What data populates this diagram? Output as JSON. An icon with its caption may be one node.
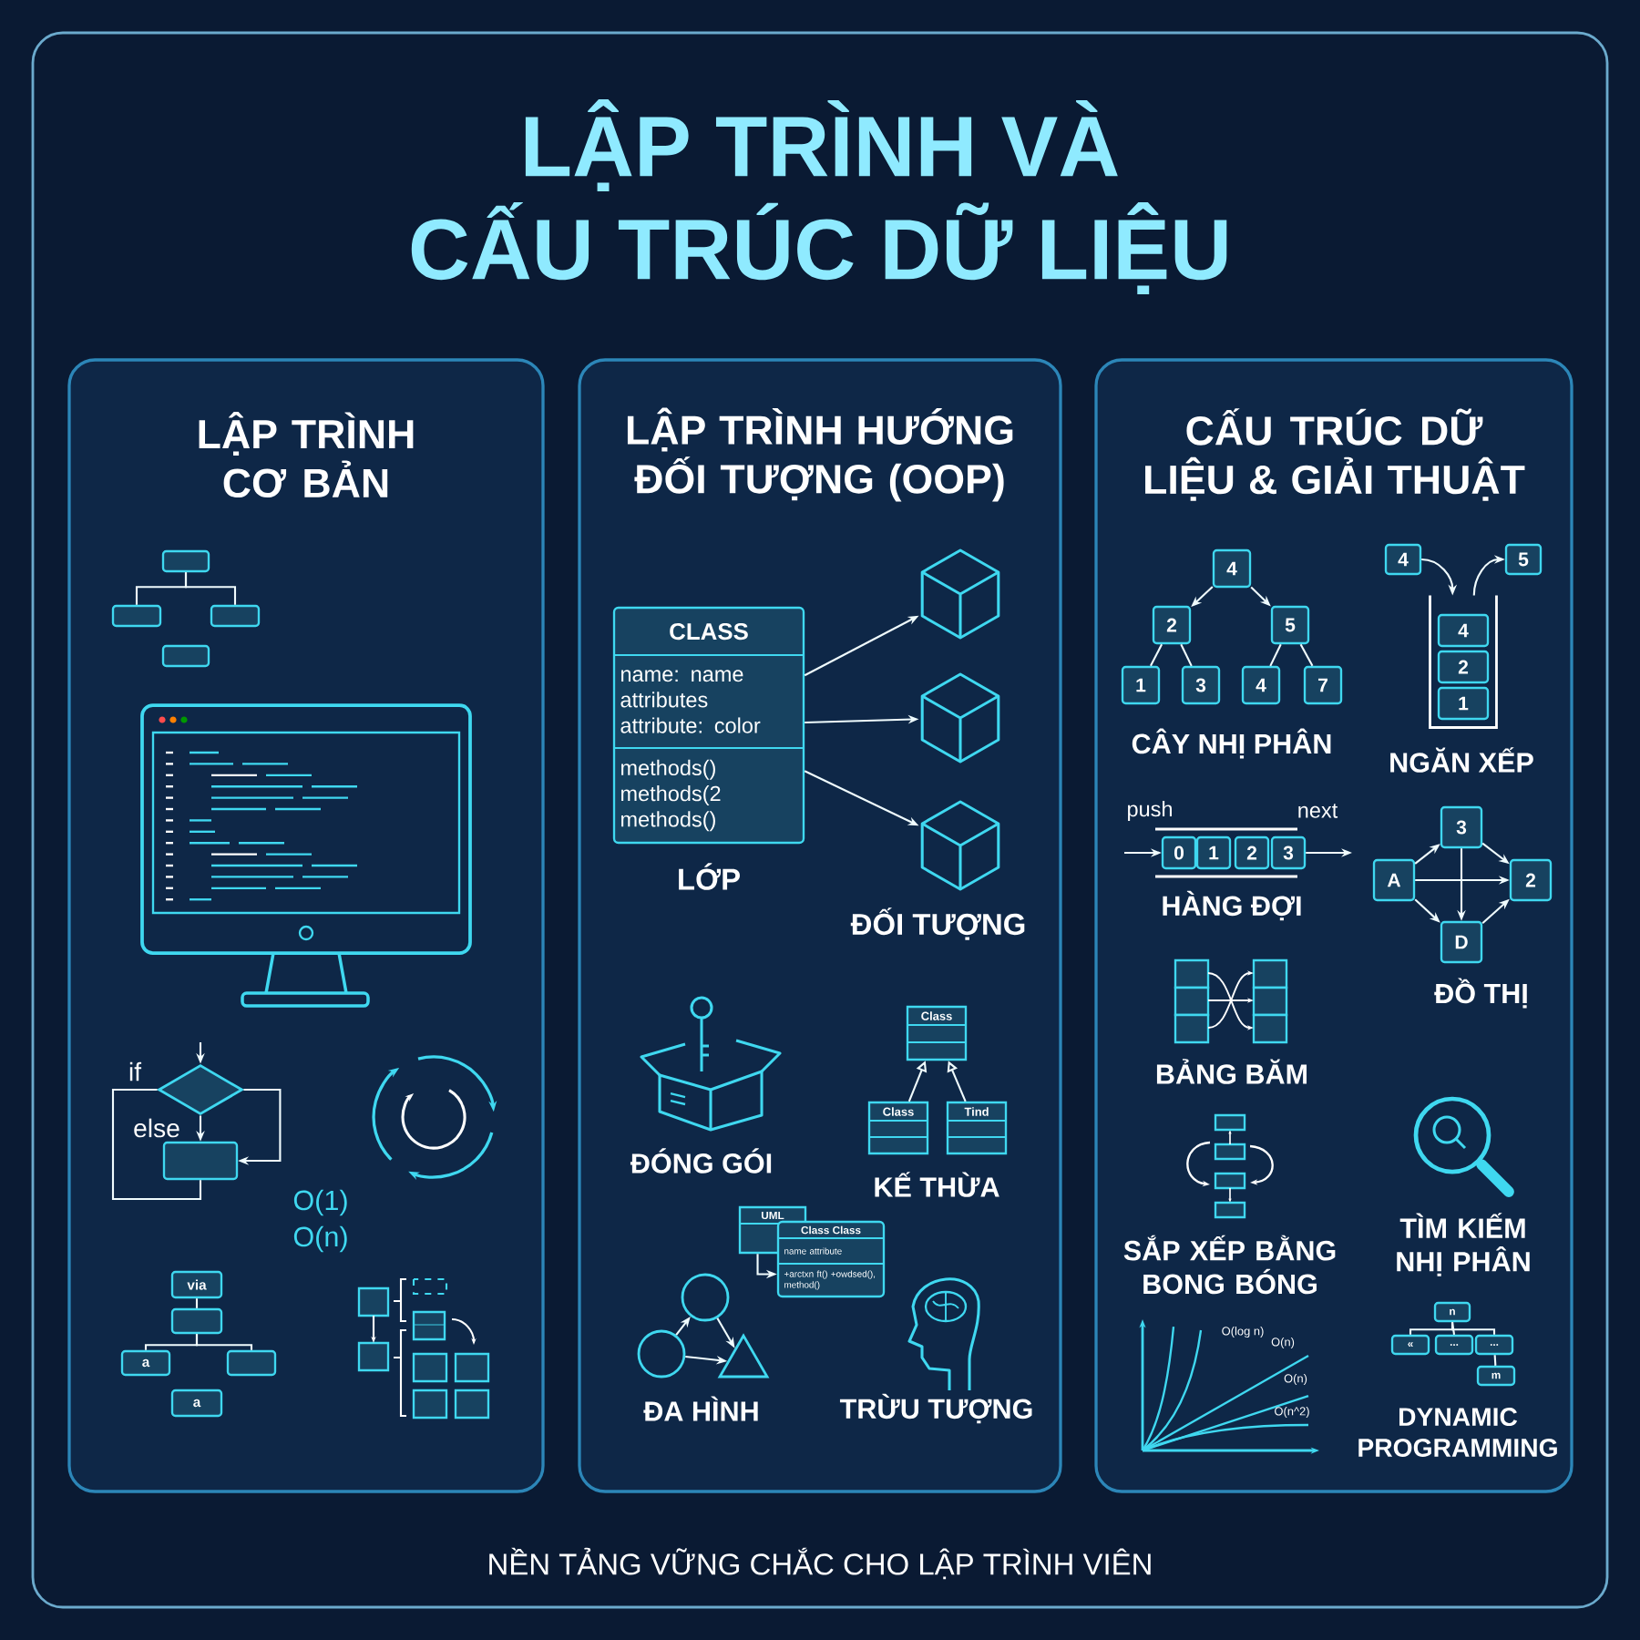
{
  "diagram": {
    "title": "LẬP TRÌNH VÀ CẤU TRÚC DỮ LIỆU",
    "caption": "NỀN TẢNG VỮNG CHẮC CHO LẬP TRÌNH VIÊN",
    "nodes": [
      {
        "text": [
          "LẬP TRÌNH CƠ BẢN"
        ]
      },
      {
        "text": [
          "LẬP TRÌNH HƯỚNG ĐỐI TƯỢNG (OOP)"
        ]
      },
      {
        "text": [
          "CẤU TRÚC DỮ LIỆU & GIẢI THUẬT"
        ]
      },
      {
        "text": [],
        "shape": "box",
        "in": 0
      },
      {
        "text": [],
        "shape": "box",
        "in": 0
      },
      {
        "text": [],
        "shape": "box",
        "in": 0
      },
      {
        "text": [],
        "shape": "box",
        "in": 0
      },
      {
        "text": [],
        "shape": "diamond",
        "in": 0,
        "beside": [
          "if",
          "else"
        ]
      },
      {
        "text": [],
        "shape": "box",
        "in": 0
      },
      {
        "text": [
          "via"
        ],
        "in": 0
      },
      {
        "text": [],
        "shape": "box",
        "in": 0
      },
      {
        "text": [
          "a"
        ],
        "in": 0
      },
      {
        "text": [],
        "shape": "box",
        "in": 0
      },
      {
        "text": [
          "a"
        ],
        "in": 0
      },
      {
        "text": [
          "CLASS",
          "name: name attributes attribute: color",
          "methods() methods(2 methods()"
        ],
        "in": 1,
        "beside": [
          "LỚP"
        ]
      },
      {
        "text": [],
        "shape": "cube",
        "in": 1
      },
      {
        "text": [],
        "shape": "cube",
        "in": 1
      },
      {
        "text": [],
        "shape": "cube",
        "in": 1,
        "beside": [
          "ĐỐI TƯỢNG"
        ]
      },
      {
        "text": [
          "Class"
        ],
        "in": 1
      },
      {
        "text": [
          "Class"
        ],
        "in": 1
      },
      {
        "text": [
          "Tind"
        ],
        "in": 1
      },
      {
        "text": [
          "UML"
        ],
        "in": 1
      },
      {
        "text": [
          "Class Class",
          "name attribute",
          "+arctxn ft() +owdsed(), method()"
        ],
        "in": 1
      },
      {
        "text": [],
        "shape": "circle",
        "in": 1
      },
      {
        "text": [],
        "shape": "circle",
        "in": 1
      },
      {
        "text": [],
        "shape": "triangle",
        "in": 1
      },
      {
        "text": [
          "4"
        ],
        "in": 2
      },
      {
        "text": [
          "2"
        ],
        "in": 2
      },
      {
        "text": [
          "5"
        ],
        "in": 2
      },
      {
        "text": [
          "1"
        ],
        "in": 2
      },
      {
        "text": [
          "3"
        ],
        "in": 2
      },
      {
        "text": [
          "4"
        ],
        "in": 2
      },
      {
        "text": [
          "7"
        ],
        "in": 2
      },
      {
        "text": [
          "4"
        ],
        "in": 2
      },
      {
        "text": [
          "5"
        ],
        "in": 2
      },
      {
        "text": [],
        "shape": "box",
        "in": 2
      },
      {
        "text": [
          "4"
        ],
        "in": 35
      },
      {
        "text": [
          "2"
        ],
        "in": 35
      },
      {
        "text": [
          "1"
        ],
        "in": 35
      },
      {
        "text": [
          "0"
        ],
        "in": 2
      },
      {
        "text": [
          "1"
        ],
        "in": 2
      },
      {
        "text": [
          "2"
        ],
        "in": 2
      },
      {
        "text": [
          "3"
        ],
        "in": 2
      },
      {
        "text": [
          "A"
        ],
        "in": 2
      },
      {
        "text": [
          "3"
        ],
        "in": 2
      },
      {
        "text": [
          "2"
        ],
        "in": 2
      },
      {
        "text": [
          "D"
        ],
        "in": 2
      },
      {
        "text": [
          "n"
        ],
        "in": 2
      },
      {
        "text": [
          "«"
        ],
        "in": 2
      },
      {
        "text": [
          "..."
        ],
        "in": 2
      },
      {
        "text": [
          "..."
        ],
        "in": 2
      },
      {
        "text": [
          "m"
        ],
        "in": 2
      }
    ],
    "edges": [
      {
        "from": 3,
        "to": 4,
        "arrow": "none"
      },
      {
        "from": 3,
        "to": 5,
        "arrow": "none"
      },
      {
        "from": null,
        "to": 7,
        "arrow": "to"
      },
      {
        "from": 7,
        "to": 8,
        "arrow": "to"
      },
      {
        "from": 7,
        "to": 8,
        "arrow": "to"
      },
      {
        "from": 8,
        "to": 7,
        "arrow": "none"
      },
      {
        "from": 9,
        "to": 10,
        "arrow": "none"
      },
      {
        "from": 10,
        "to": 11,
        "arrow": "none"
      },
      {
        "from": 10,
        "to": 12,
        "arrow": "none"
      },
      {
        "from": 14,
        "to": 15,
        "arrow": "to"
      },
      {
        "from": 14,
        "to": 16,
        "arrow": "to"
      },
      {
        "from": 14,
        "to": 17,
        "arrow": "to"
      },
      {
        "from": 19,
        "to": 18,
        "arrow": "to"
      },
      {
        "from": 20,
        "to": 18,
        "arrow": "to"
      },
      {
        "from": 21,
        "to": 22,
        "arrow": "to"
      },
      {
        "from": 24,
        "to": 23,
        "arrow": "to"
      },
      {
        "from": 23,
        "to": 25,
        "arrow": "to"
      },
      {
        "from": 24,
        "to": 25,
        "arrow": "to"
      },
      {
        "from": 26,
        "to": 27,
        "arrow": "to"
      },
      {
        "from": 26,
        "to": 28,
        "arrow": "to"
      },
      {
        "from": 27,
        "to": 29,
        "arrow": "none"
      },
      {
        "from": 27,
        "to": 30,
        "arrow": "none"
      },
      {
        "from": 28,
        "to": 31,
        "arrow": "none"
      },
      {
        "from": 28,
        "to": 32,
        "arrow": "none"
      },
      {
        "from": 33,
        "to": 35,
        "arrow": "to"
      },
      {
        "from": 35,
        "to": 34,
        "arrow": "to"
      },
      {
        "from": null,
        "to": 39,
        "arrow": "to"
      },
      {
        "from": 42,
        "to": null,
        "arrow": "to"
      },
      {
        "from": 43,
        "to": 44,
        "arrow": "to"
      },
      {
        "from": 44,
        "to": 45,
        "arrow": "to"
      },
      {
        "from": 43,
        "to": 45,
        "arrow": "to"
      },
      {
        "from": 43,
        "to": 46,
        "arrow": "to"
      },
      {
        "from": 44,
        "to": 46,
        "arrow": "to"
      },
      {
        "from": 46,
        "to": 45,
        "arrow": "to"
      },
      {
        "from": 47,
        "to": 48,
        "arrow": "none"
      },
      {
        "from": 47,
        "to": 49,
        "arrow": "none"
      },
      {
        "from": 47,
        "to": 50,
        "arrow": "none"
      },
      {
        "from": 50,
        "to": 51,
        "arrow": "none"
      }
    ],
    "labels": [
      "O(1)",
      "O(n)",
      "ĐÓNG GÓI",
      "KẾ THỪA",
      "ĐA HÌNH",
      "TRỪU TƯỢNG",
      "CÂY NHỊ PHÂN",
      "NGĂN XẾP",
      "push",
      "next",
      "HÀNG ĐỢI",
      "ĐỒ THỊ",
      "BẢNG BĂM",
      "SẮP XẾP BẰNG BONG BÓNG",
      "TÌM KIẾM NHỊ PHÂN",
      "O(log n)",
      "O(n)",
      "O(n)",
      "O(n^2)",
      "DYNAMIC PROGRAMMING"
    ]
  }
}
